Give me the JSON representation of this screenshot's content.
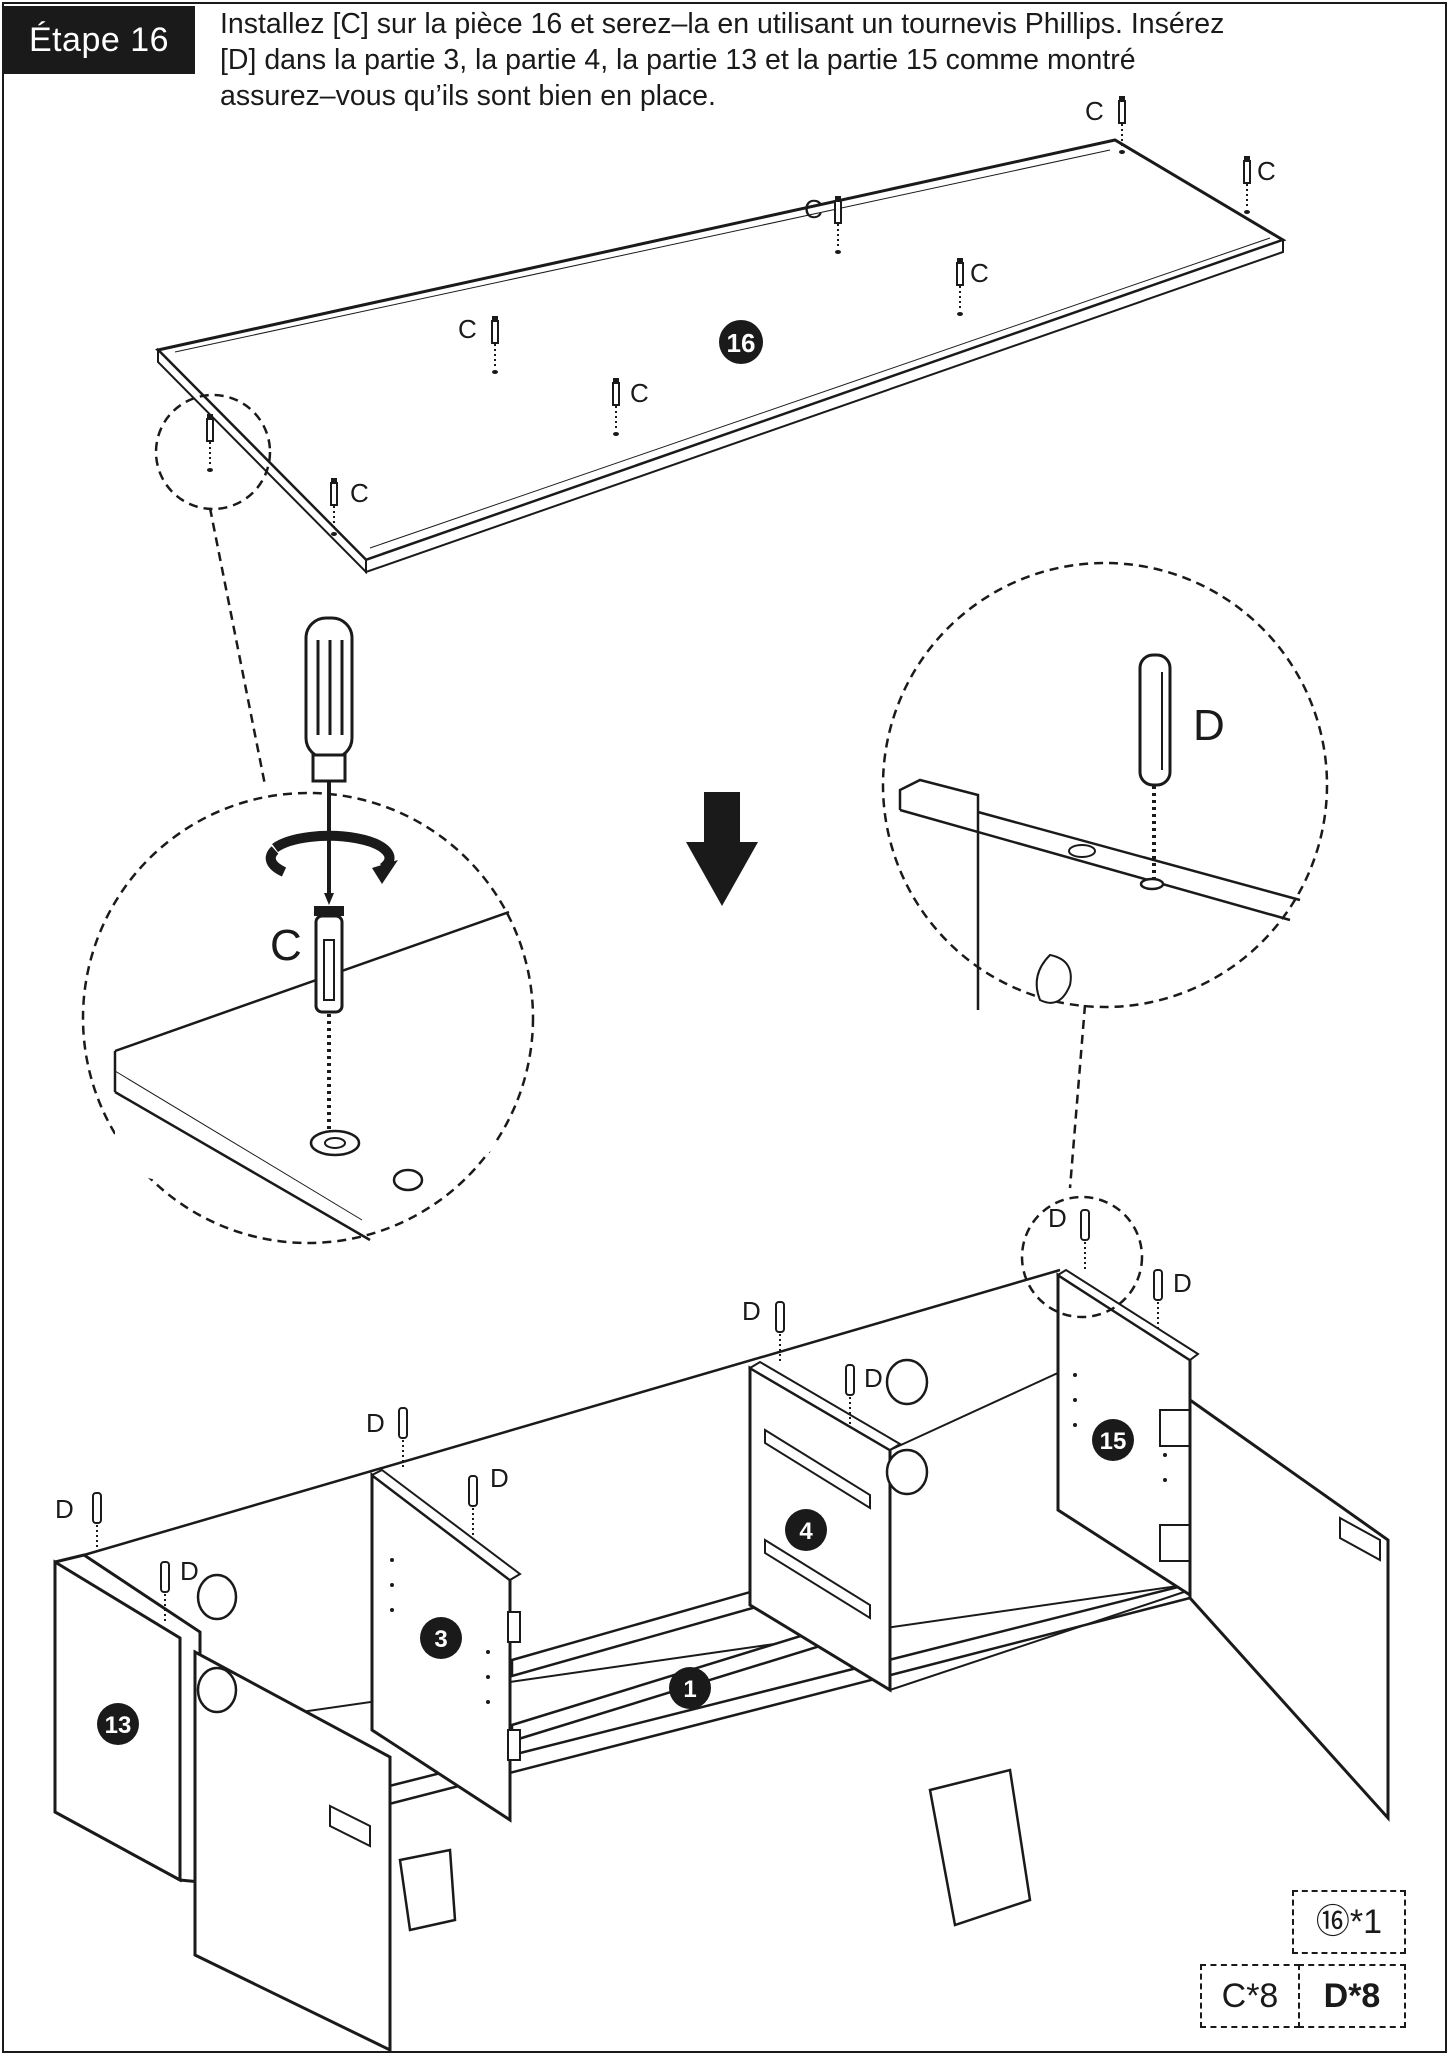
{
  "step": {
    "label": "Étape 16"
  },
  "instructions": [
    "Installez [C] sur la pièce 16 et serez–la en utilisant un tournevis Phillips. Insérez",
    "[D] dans la partie 3, la partie 4, la partie 13 et la partie 15 comme montré",
    "assurez–vous qu’ils sont bien en place."
  ],
  "labels": {
    "screw": "C",
    "dowel": "D",
    "part_top": "16",
    "part_divider_a": "3",
    "part_divider_b": "4",
    "part_base": "1",
    "part_left": "13",
    "part_right": "15"
  },
  "quantities": {
    "panel": "⑯*1",
    "screws": "C*8",
    "dowels": "D*8"
  },
  "colors": {
    "ink": "#1a1a1a",
    "paper": "#ffffff",
    "panel_fill": "#ffffff"
  }
}
